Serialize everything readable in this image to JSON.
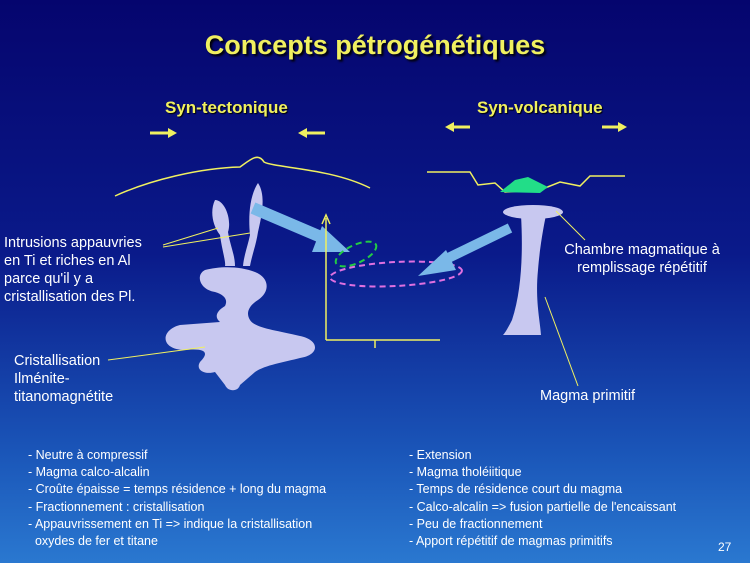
{
  "title": "Concepts pétrogénétiques",
  "left": {
    "heading": "Syn-tectonique",
    "label_intrusions": [
      "Intrusions appauvries",
      "en Ti et riches en Al",
      "parce qu'il y a",
      "cristallisation des Pl."
    ],
    "label_cristallisation": [
      "Cristallisation",
      "Ilménite-",
      "titanomagnétite"
    ],
    "bullets": [
      "- Neutre à compressif",
      "- Magma calco-alcalin",
      "- Croûte épaisse = temps résidence + long du magma",
      "- Fractionnement : cristallisation",
      "- Appauvrissement en Ti => indique la cristallisation",
      "  oxydes de fer et titane"
    ]
  },
  "right": {
    "heading": "Syn-volcanique",
    "label_chambre": [
      "Chambre magmatique à",
      "remplissage répétitif"
    ],
    "label_magma": "Magma primitif",
    "bullets": [
      "- Extension",
      "- Magma tholéiitique",
      "- Temps de résidence court du magma",
      "- Calco-alcalin => fusion partielle de l'encaissant",
      "- Peu de fractionnement",
      "- Apport répétitif de magmas primitifs"
    ]
  },
  "page_number": "27",
  "colors": {
    "title": "#f0f060",
    "arrow": "#f0f060",
    "intrusion": "#c8c8f0",
    "flow_arrow": "#7ab8e8",
    "green_ellipse": "#22cc44",
    "pink_ellipse": "#e070e0",
    "volcano": "#22dd88"
  }
}
